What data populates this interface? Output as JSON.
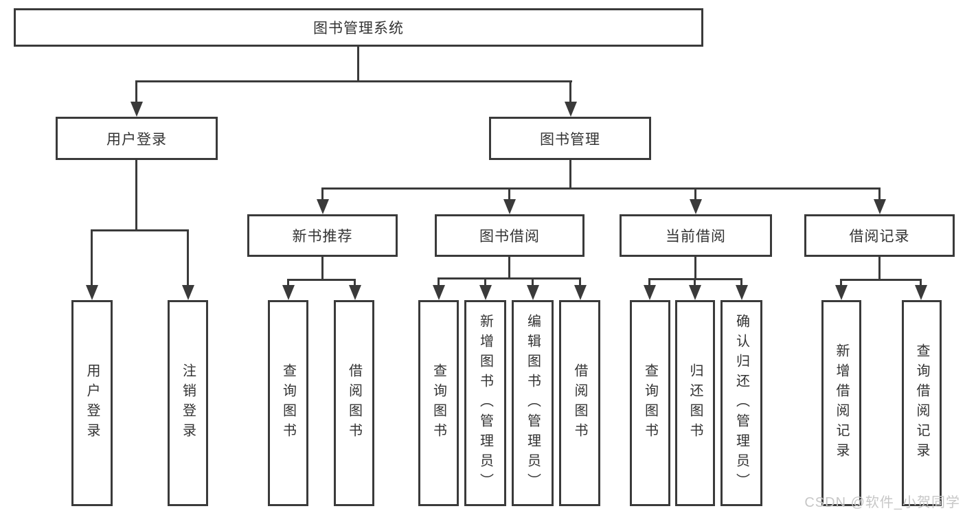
{
  "title": "图书管理系统",
  "user_branch": {
    "label": "用户登录",
    "children": [
      "用户登录",
      "注销登录"
    ]
  },
  "book_branch": {
    "label": "图书管理",
    "sections": [
      {
        "label": "新书推荐",
        "children": [
          "查询图书",
          "借阅图书"
        ]
      },
      {
        "label": "图书借阅",
        "children": [
          "查询图书",
          "新增图书（管理员）",
          "编辑图书（管理员）",
          "借阅图书"
        ]
      },
      {
        "label": "当前借阅",
        "children": [
          "查询图书",
          "归还图书",
          "确认归还（管理员）"
        ]
      },
      {
        "label": "借阅记录",
        "children": [
          "新增借阅记录",
          "查询借阅记录"
        ]
      }
    ]
  },
  "watermark": "CSDN @软件_小贺同学",
  "colors": {
    "line": "#3a3a3a",
    "box_border": "#3a3a3a",
    "box_background": "#ffffff",
    "text": "#333333",
    "watermark_text": "#c7c7c7",
    "page_background": "#ffffff"
  }
}
